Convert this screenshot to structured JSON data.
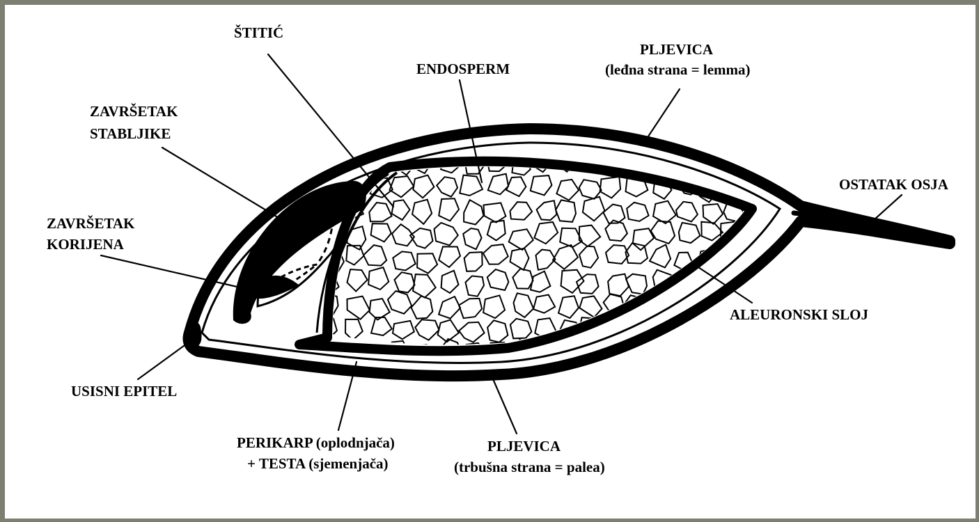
{
  "labels": {
    "stitic": "ŠTITIĆ",
    "endosperm": "ENDOSPERM",
    "pljevica_top_1": "PLJEVICA",
    "pljevica_top_2": "(leđna strana = lemma)",
    "zavrsetak_stabljike_1": "ZAVRŠETAK",
    "zavrsetak_stabljike_2": "STABLJIKE",
    "zavrsetak_korijena_1": "ZAVRŠETAK",
    "zavrsetak_korijena_2": "KORIJENA",
    "ostatak_osja": "OSTATAK OSJA",
    "aleuronski_sloj": "ALEURONSKI SLOJ",
    "usisni_epitel": "USISNI EPITEL",
    "perikarp_1": "PERIKARP (oplodnjača)",
    "perikarp_2": "+ TESTA  (sjemenjača)",
    "pljevica_bottom_1": "PLJEVICA",
    "pljevica_bottom_2": "(trbušna strana = palea)"
  },
  "colors": {
    "frame": "#7d7f70",
    "paper": "#ffffff",
    "ink": "#000000"
  }
}
